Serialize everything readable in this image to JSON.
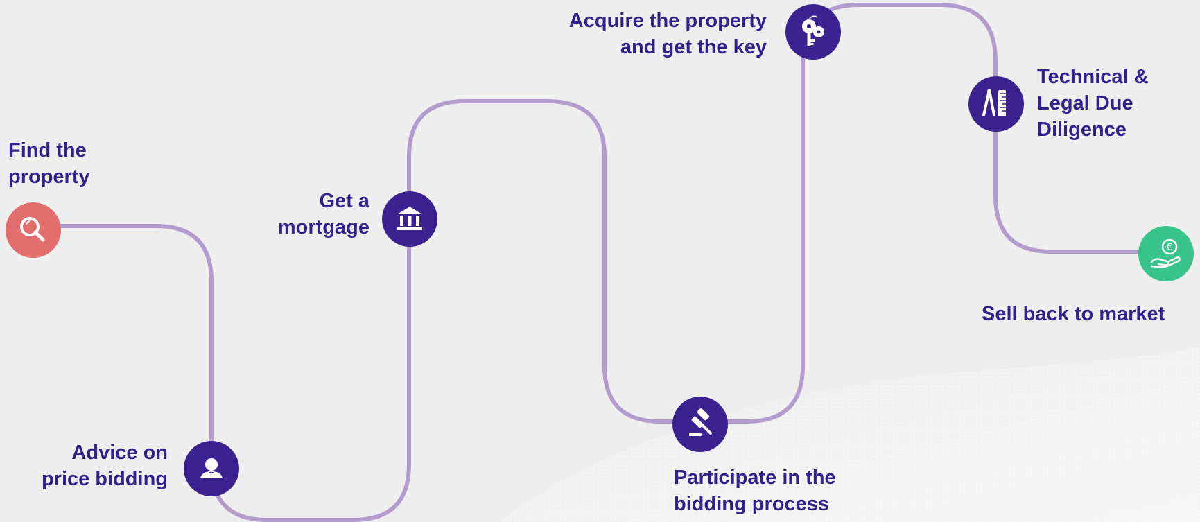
{
  "colors": {
    "background": "#eeeeee",
    "path": "#b39ccd",
    "primary_icon": "#3a2390",
    "start_icon": "#e26d6d",
    "end_icon": "#38c48a",
    "label": "#34208c"
  },
  "steps": [
    {
      "id": "find-property",
      "label_lines": [
        "Find the",
        "property"
      ],
      "icon": "search-icon"
    },
    {
      "id": "advice-price-bidding",
      "label_lines": [
        "Advice on",
        "price bidding"
      ],
      "icon": "advisor-icon"
    },
    {
      "id": "get-mortgage",
      "label_lines": [
        "Get a",
        "mortgage"
      ],
      "icon": "bank-icon"
    },
    {
      "id": "participate-bidding",
      "label_lines": [
        "Participate in the",
        "bidding process"
      ],
      "icon": "gavel-icon"
    },
    {
      "id": "acquire-property",
      "label_lines": [
        "Acquire the property",
        "and get the key"
      ],
      "icon": "key-icon"
    },
    {
      "id": "technical-legal",
      "label_lines": [
        "Technical &",
        "Legal Due",
        "Diligence"
      ],
      "icon": "measurement-tools-icon"
    },
    {
      "id": "sell-back",
      "label_lines": [
        "Sell back to market"
      ],
      "icon": "euro-hand-icon"
    }
  ]
}
